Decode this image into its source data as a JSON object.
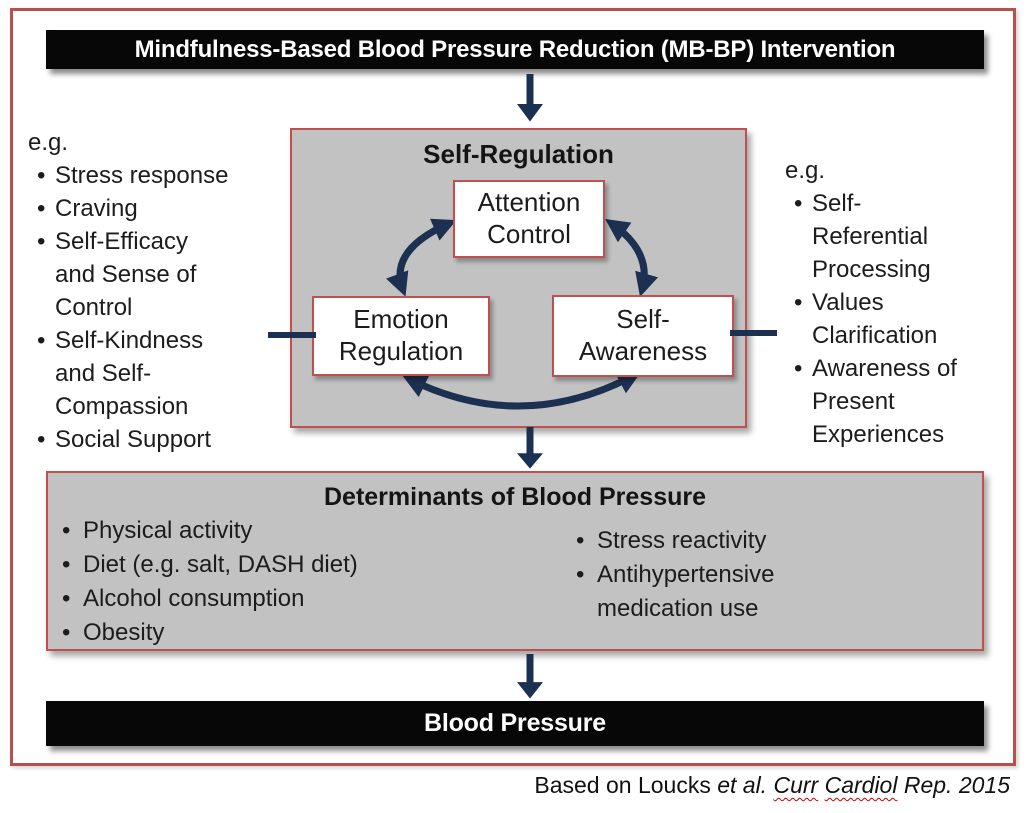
{
  "colors": {
    "accent_red": "#c0504d",
    "frame_red": "#b5524e",
    "gray_fill": "#c2c2c2",
    "navy_arrow": "#1c3151",
    "banner_black": "#070707"
  },
  "top_banner": {
    "label": "Mindfulness-Based Blood Pressure Reduction (MB-BP) Intervention"
  },
  "self_regulation": {
    "title": "Self-Regulation",
    "nodes": {
      "attention": "Attention\nControl",
      "emotion": "Emotion\nRegulation",
      "awareness": "Self-\nAwareness"
    }
  },
  "left_examples": {
    "heading": "e.g.",
    "items": [
      "Stress response",
      "Craving",
      "Self-Efficacy\nand Sense of\nControl",
      "Self-Kindness\nand Self-\nCompassion",
      "Social Support"
    ]
  },
  "right_examples": {
    "heading": "e.g.",
    "items": [
      "Self-\nReferential\nProcessing",
      "Values\nClarification",
      "Awareness of\nPresent\nExperiences"
    ]
  },
  "determinants": {
    "title": "Determinants of Blood Pressure",
    "left_items": [
      "Physical activity",
      "Diet (e.g. salt, DASH diet)",
      "Alcohol consumption",
      "Obesity"
    ],
    "right_items": [
      "Stress reactivity",
      "Antihypertensive\nmedication use"
    ]
  },
  "bottom_banner": {
    "label": "Blood Pressure"
  },
  "citation": {
    "prefix": "Based on Loucks ",
    "et_al": "et al. ",
    "journal_word1": "Curr",
    "space": " ",
    "journal_word2": "Cardiol",
    "suffix": " Rep. 2015"
  }
}
